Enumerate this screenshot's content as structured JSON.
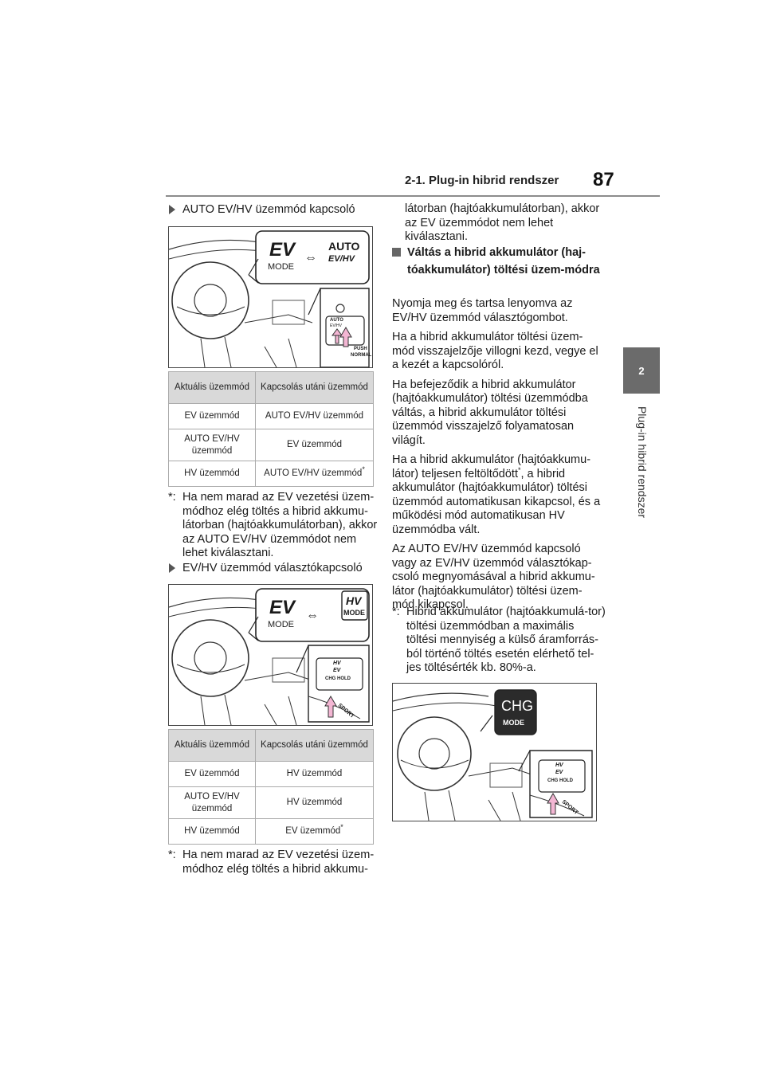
{
  "header": {
    "section_title": "2-1. Plug-in hibrid rendszer",
    "page_number": "87"
  },
  "side_tab": {
    "number": "2",
    "label": "Plug-in hibrid rendszer"
  },
  "left": {
    "sub1_heading": "AUTO EV/HV üzemmód kapcsoló",
    "fig1": {
      "btn_left_top": "EV",
      "btn_left_bottom": "MODE",
      "btn_right_top": "AUTO",
      "btn_right_bottom": "EV/HV",
      "switch_top": "AUTO",
      "switch_sub": "EV/HV",
      "switch_bottom": "PUSH",
      "switch_bottom2": "NORMAL"
    },
    "table1": {
      "headers": [
        "Aktuális üzemmód",
        "Kapcsolás utáni üzemmód"
      ],
      "rows": [
        [
          "EV üzemmód",
          "AUTO EV/HV üzemmód",
          ""
        ],
        [
          "AUTO EV/HV üzemmód",
          "EV üzemmód",
          ""
        ],
        [
          "HV üzemmód",
          "AUTO EV/HV üzemmód",
          "*"
        ]
      ]
    },
    "footnote1": {
      "mark": "*:",
      "text": "Ha nem marad az EV vezetési üzem-módhoz elég töltés a hibrid akkumu-látorban (hajtóakkumulátorban), akkor az AUTO EV/HV üzemmódot nem lehet kiválasztani."
    },
    "sub2_heading": "EV/HV üzemmód választókapcsoló",
    "fig2": {
      "btn_left_top": "EV",
      "btn_left_bottom": "MODE",
      "btn_right_top": "HV",
      "btn_right_bottom": "MODE",
      "switch_top": "HV",
      "switch_sub": "EV",
      "switch_bottom": "CHG HOLD",
      "switch_arc": "SPORT"
    },
    "table2": {
      "headers": [
        "Aktuális üzemmód",
        "Kapcsolás utáni üzemmód"
      ],
      "rows": [
        [
          "EV üzemmód",
          "HV üzemmód",
          ""
        ],
        [
          "AUTO EV/HV üzemmód",
          "HV üzemmód",
          ""
        ],
        [
          "HV üzemmód",
          "EV üzemmód",
          "*"
        ]
      ]
    },
    "footnote2": {
      "mark": "*:",
      "text": "Ha nem marad az EV vezetési üzem-módhoz elég töltés a hibrid akkumu-"
    }
  },
  "right": {
    "cont_text": "látorban (hajtóakkumulátorban), akkor az EV üzemmódot nem lehet kiválasztani.",
    "section_heading": "Váltás a hibrid akkumulátor (haj-tóakkumulátor) töltési üzem-módra",
    "p1": "Nyomja meg és tartsa lenyomva az EV/HV üzemmód választógombot.",
    "p2": "Ha a hibrid akkumulátor töltési üzem-mód visszajelzője villogni kezd, vegye el a kezét a kapcsolóról.",
    "p3": "Ha befejeződik a hibrid akkumulátor (hajtóakkumulátor) töltési üzemmódba váltás, a hibrid akkumulátor töltési üzemmód visszajelző folyamatosan világít.",
    "p4_a": "Ha a hibrid akkumulátor (hajtóakkumu-látor) teljesen feltöltődött",
    "p4_mark": "*",
    "p4_b": ", a hibrid akkumulátor (hajtóakkumulátor) töltési üzemmód automatikusan kikapcsol, és a működési mód automatikusan HV üzemmódba vált.",
    "p5": "Az AUTO EV/HV üzemmód kapcsoló vagy az EV/HV üzemmód választókap-csoló megnyomásával a hibrid akkumu-látor (hajtóakkumulátor) töltési üzem-mód kikapcsol.",
    "footnote3": {
      "mark": "*:",
      "text": "Hibrid akkumulátor (hajtóakkumulá-tor) töltési üzemmódban a maximális töltési mennyiség a külső áramforrás-ból történő töltés esetén elérhető tel-jes töltésérték kb. 80%-a."
    },
    "fig3": {
      "label_top": "CHG",
      "label_bottom": "MODE",
      "switch_top": "HV",
      "switch_sub": "EV",
      "switch_bottom": "CHG HOLD",
      "switch_arc": "SPORT"
    }
  },
  "colors": {
    "accent_arrow": "#f3b6d3",
    "table_header": "#d9d9d9",
    "side_tab": "#6b6b6b"
  }
}
